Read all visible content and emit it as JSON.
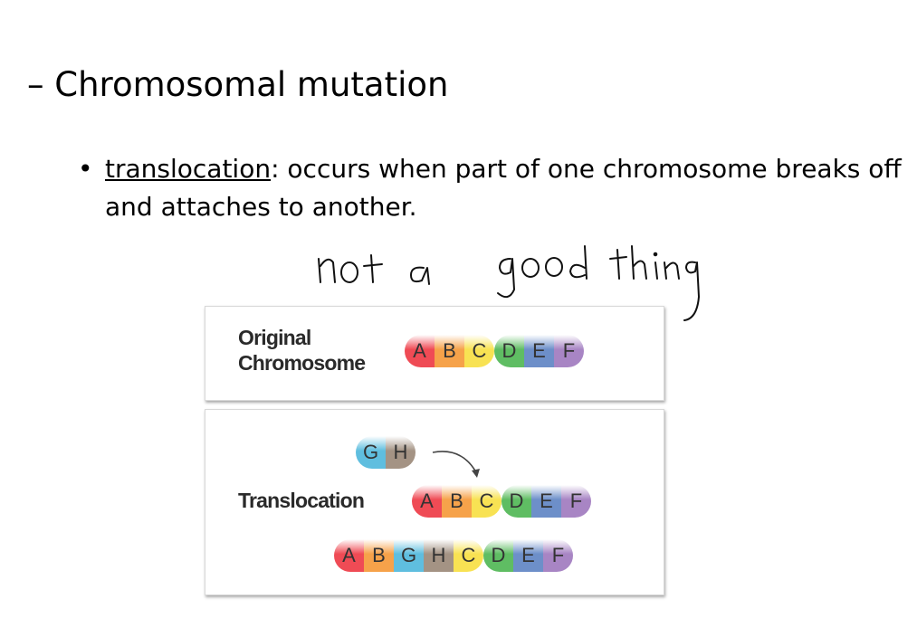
{
  "heading": "– Chromosomal mutation",
  "bullet": {
    "marker": "•",
    "term": "translocation",
    "text": ": occurs when part of one chromosome breaks off and attaches to another."
  },
  "handwritten_note": "not a good thing",
  "figure": {
    "original_label_line1": "Original",
    "original_label_line2": "Chromosome",
    "translocation_label": "Translocation",
    "original_segments": [
      "A",
      "B",
      "C",
      "D",
      "E",
      "F"
    ],
    "fragment_segments": [
      "G",
      "H"
    ],
    "recipient_segments": [
      "A",
      "B",
      "C",
      "D",
      "E",
      "F"
    ],
    "result_segments": [
      "A",
      "B",
      "G",
      "H",
      "C",
      "D",
      "E",
      "F"
    ]
  },
  "colors": {
    "A": "#ef4b55",
    "B": "#f6a24a",
    "C": "#f8e253",
    "D": "#5fbd63",
    "E": "#6d8fc9",
    "F": "#a885c4",
    "G": "#5fbedf",
    "H": "#a49384"
  }
}
